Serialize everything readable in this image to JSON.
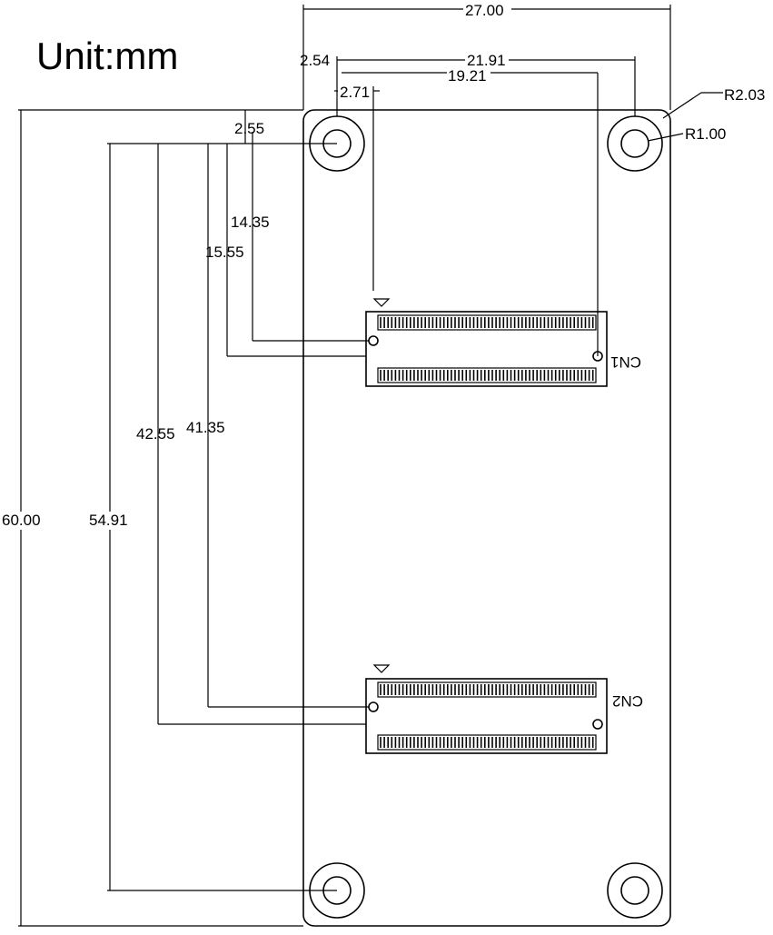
{
  "unit_label": "Unit:mm",
  "dimensions": {
    "board_width": "27.00",
    "board_height": "60.00",
    "hole_x": "2.54",
    "hole_span_x": "21.91",
    "connector_pin_span": "19.21",
    "connector_x": "2.71",
    "hole_y": "2.55",
    "cn1_pin1_y": "14.35",
    "cn1_pin2_y": "15.55",
    "cn2_pin1_y": "41.35",
    "cn2_pin2_y": "42.55",
    "bottom_hole_y": "54.91",
    "corner_radius": "R2.03",
    "hole_radius": "R1.00"
  },
  "connectors": {
    "cn1": "CN1",
    "cn2": "CN2"
  }
}
